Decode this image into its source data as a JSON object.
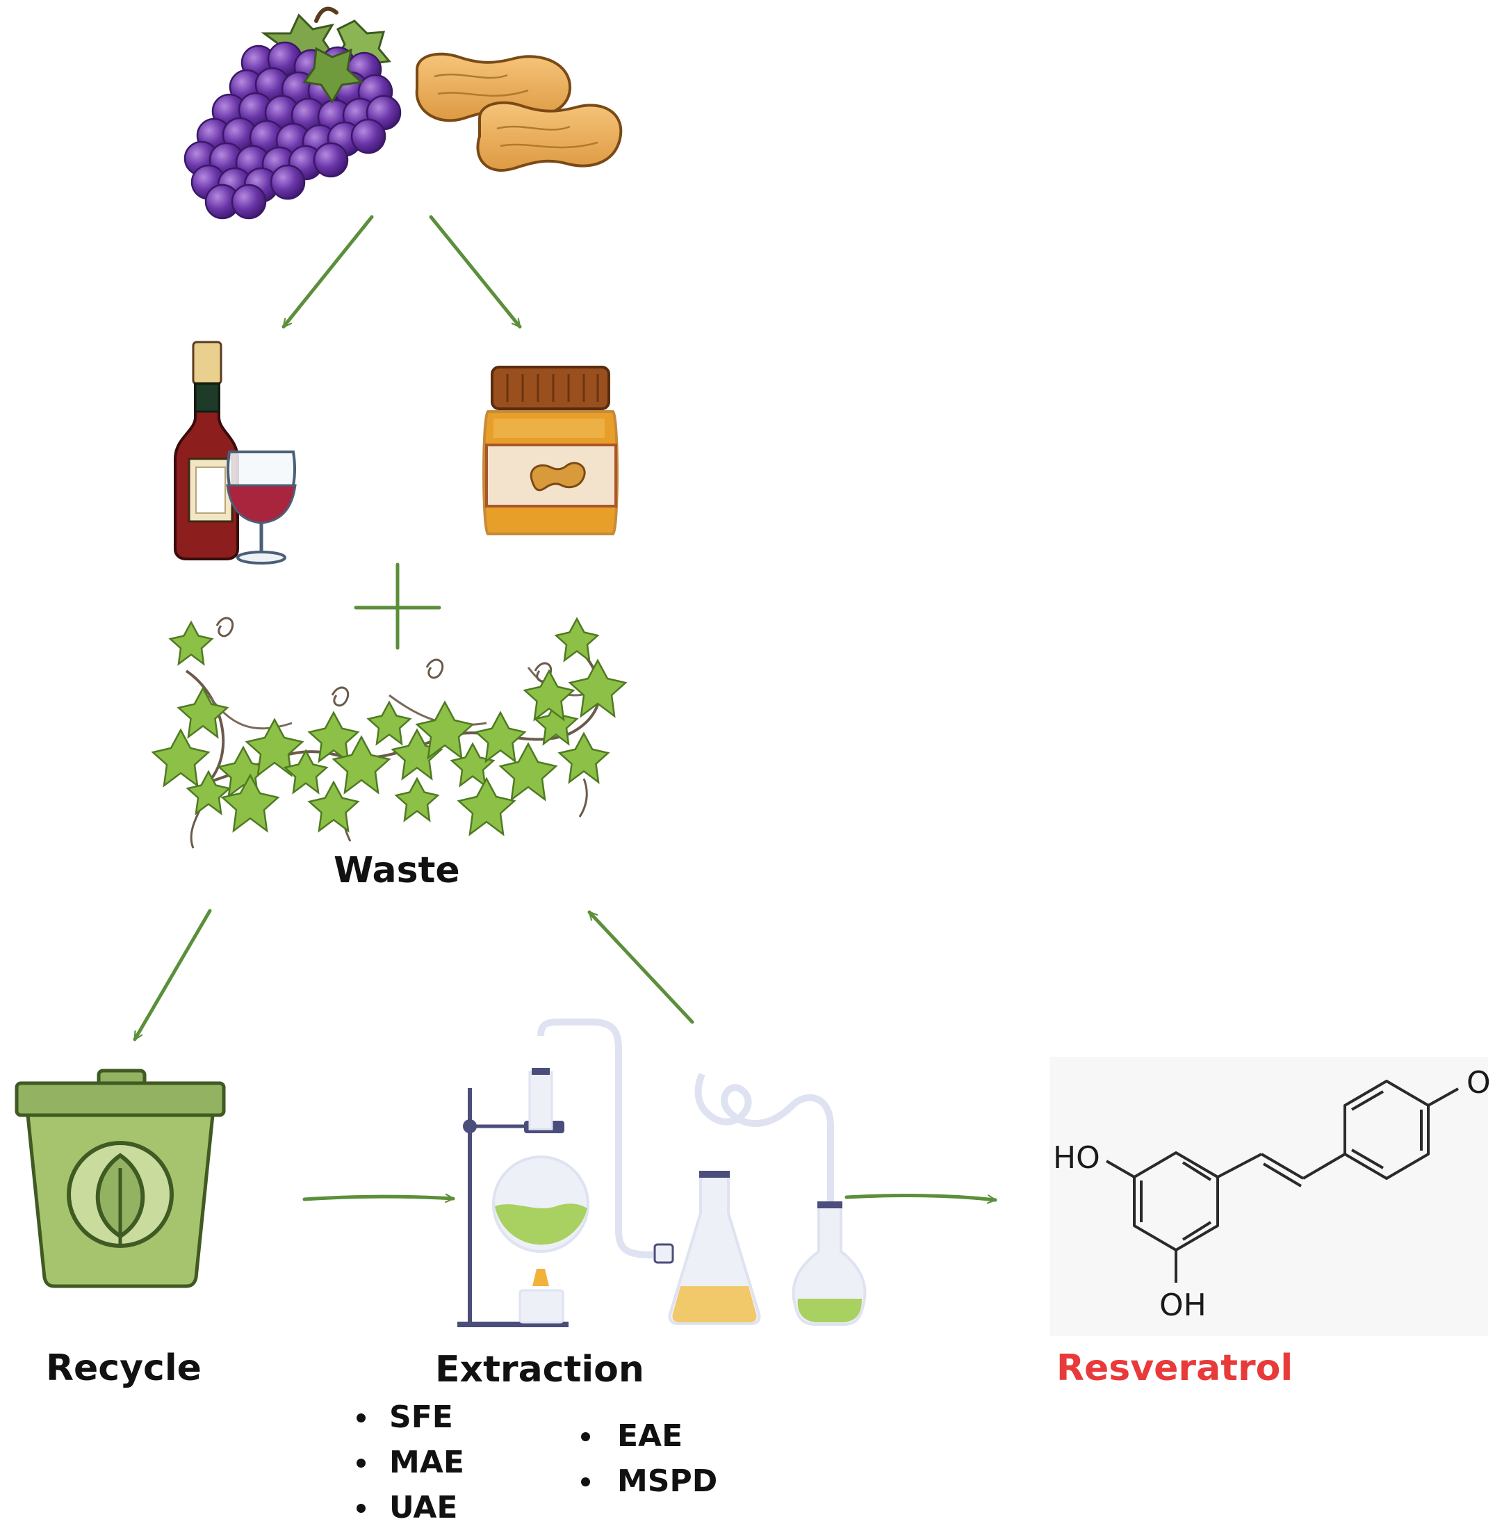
{
  "nodes": {
    "waste": "Waste",
    "recycle": "Recycle",
    "extraction": "Extraction",
    "resveratrol": "Resveratrol"
  },
  "extraction_methods": {
    "column_1": [
      "SFE",
      "MAE",
      "UAE"
    ],
    "column_2": [
      "EAE",
      "MSPD"
    ]
  },
  "structure_labels": {
    "ho_left": "HO",
    "oh_bottom": "OH",
    "o_right": "O"
  },
  "icons": [
    "grapes-icon",
    "peanuts-icon",
    "wine-bottle-icon",
    "wine-glass-icon",
    "peanut-butter-jar-icon",
    "plus-icon",
    "vine-leaves-icon",
    "recycle-bin-icon",
    "lab-apparatus-icon",
    "resveratrol-structure-icon"
  ],
  "colors": {
    "arrow": "#5b8f3a",
    "resveratrol_label": "#e83a3a",
    "grape": "#6a35a8",
    "peanut": "#e8b062",
    "wine": "#8c1e1e",
    "leaf": "#8dc046",
    "bin": "#93b262"
  }
}
